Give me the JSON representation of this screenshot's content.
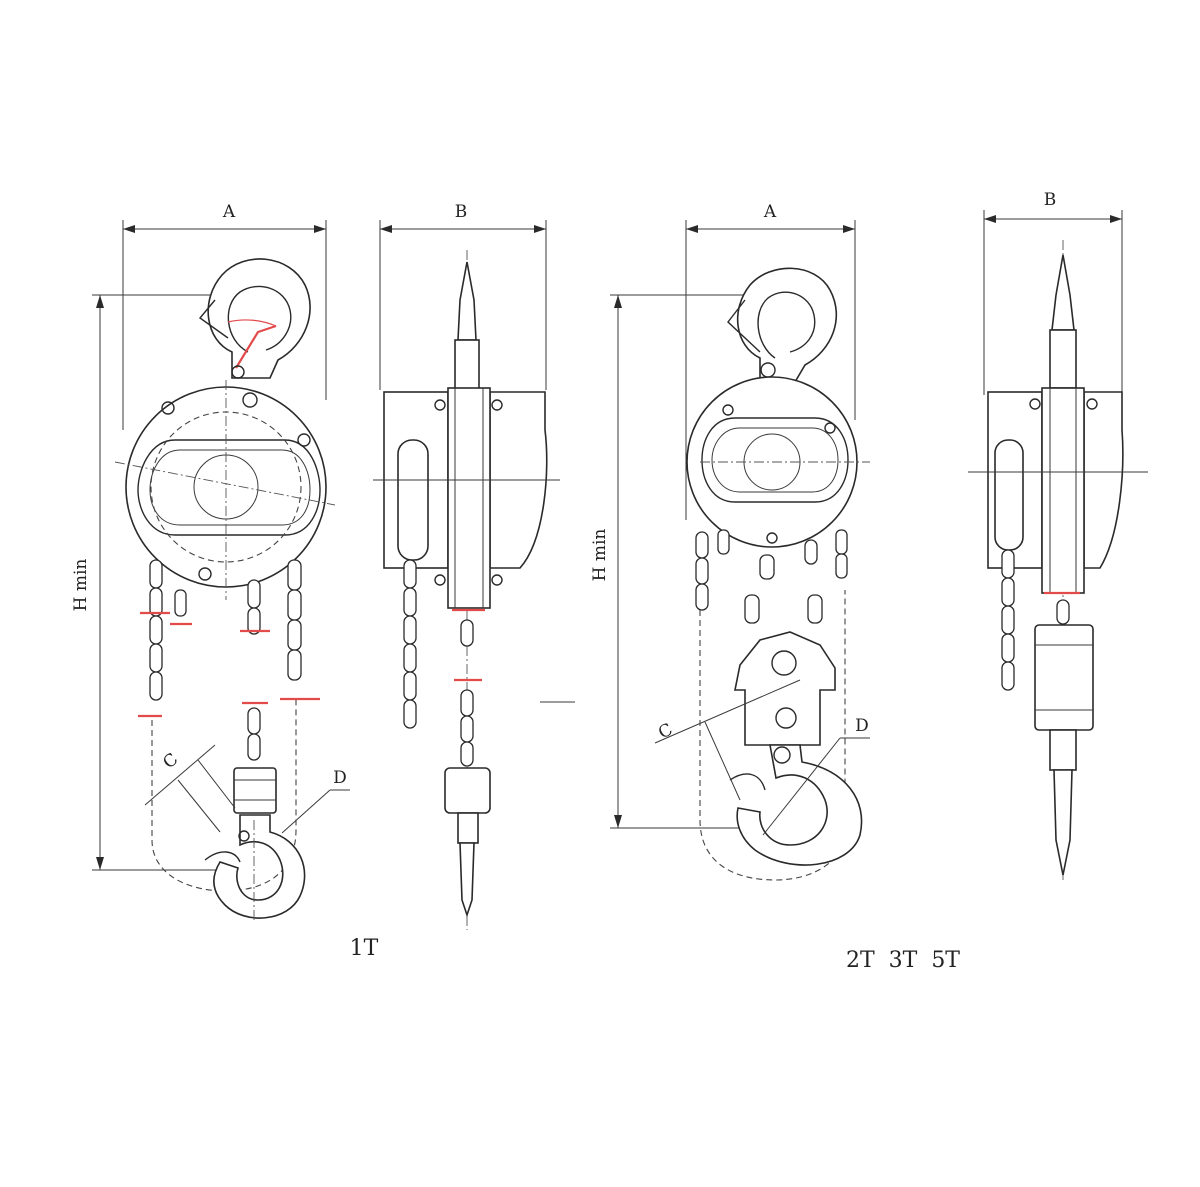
{
  "labels": {
    "left_A": "A",
    "left_B": "B",
    "left_H": "H min",
    "left_C": "C",
    "left_D": "D",
    "right_A": "A",
    "right_B": "B",
    "right_H": "H min",
    "right_C": "C",
    "right_D": "D"
  },
  "captions": {
    "small_model": "1T",
    "large_models": "2T  3T  5T"
  },
  "colors": {
    "line": "#2a2a2a",
    "marker": "#e34a4a",
    "background": "#ffffff"
  }
}
